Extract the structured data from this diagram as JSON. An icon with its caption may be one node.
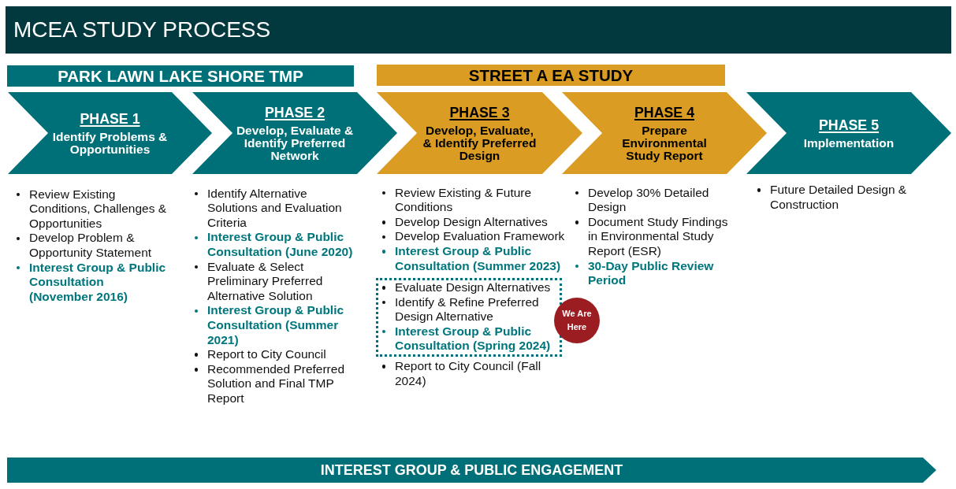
{
  "diagram": {
    "title": "MCEA STUDY PROCESS",
    "nodes": [
      {
        "text": [
          "PARK LAWN LAKE SHORE TMP"
        ]
      },
      {
        "text": [
          "STREET A EA STUDY"
        ]
      },
      {
        "text": [
          "PHASE 1",
          "Identify Problems & Opportunities"
        ],
        "beside": [
          "Review Existing Conditions, Challenges & Opportunities",
          "Develop Problem & Opportunity Statement",
          "Interest Group & Public Consultation (November 2016)"
        ]
      },
      {
        "text": [
          "PHASE 2",
          "Develop, Evaluate & Identify Preferred Network"
        ],
        "beside": [
          "Identify Alternative Solutions and Evaluation Criteria",
          "Interest Group & Public Consultation (June 2020)",
          "Evaluate & Select Preliminary Preferred Alternative Solution",
          "Interest Group & Public Consultation (Summer 2021)",
          "Report to City Council",
          "Recommended Preferred Solution and Final TMP Report"
        ]
      },
      {
        "text": [
          "PHASE 3",
          "Develop, Evaluate, & Identify Preferred Design"
        ],
        "beside": [
          "Review Existing & Future Conditions",
          "Develop Design Alternatives",
          "Develop Evaluation Framework",
          "Interest Group & Public Consultation (Summer 2023)"
        ]
      },
      {
        "text": [
          "PHASE 4",
          "Prepare Environmental Study Report"
        ],
        "beside": [
          "Develop 30% Detailed Design",
          "Document Study Findings in Environmental Study Report (ESR)",
          "30-Day Public Review Period"
        ]
      },
      {
        "text": [
          "PHASE 5",
          "Implementation"
        ],
        "beside": [
          "Future Detailed Design & Construction"
        ]
      },
      {
        "text": [
          "Evaluate Design Alternatives",
          "Identify & Refine Preferred Design Alternative",
          "Interest Group & Public Consultation (Spring 2024)"
        ]
      },
      {
        "text": [
          "We Are Here"
        ]
      },
      {
        "text": [
          "INTEREST GROUP & PUBLIC ENGAGEMENT"
        ]
      }
    ],
    "labels": [
      "Report to City Council (Fall 2024)"
    ]
  }
}
